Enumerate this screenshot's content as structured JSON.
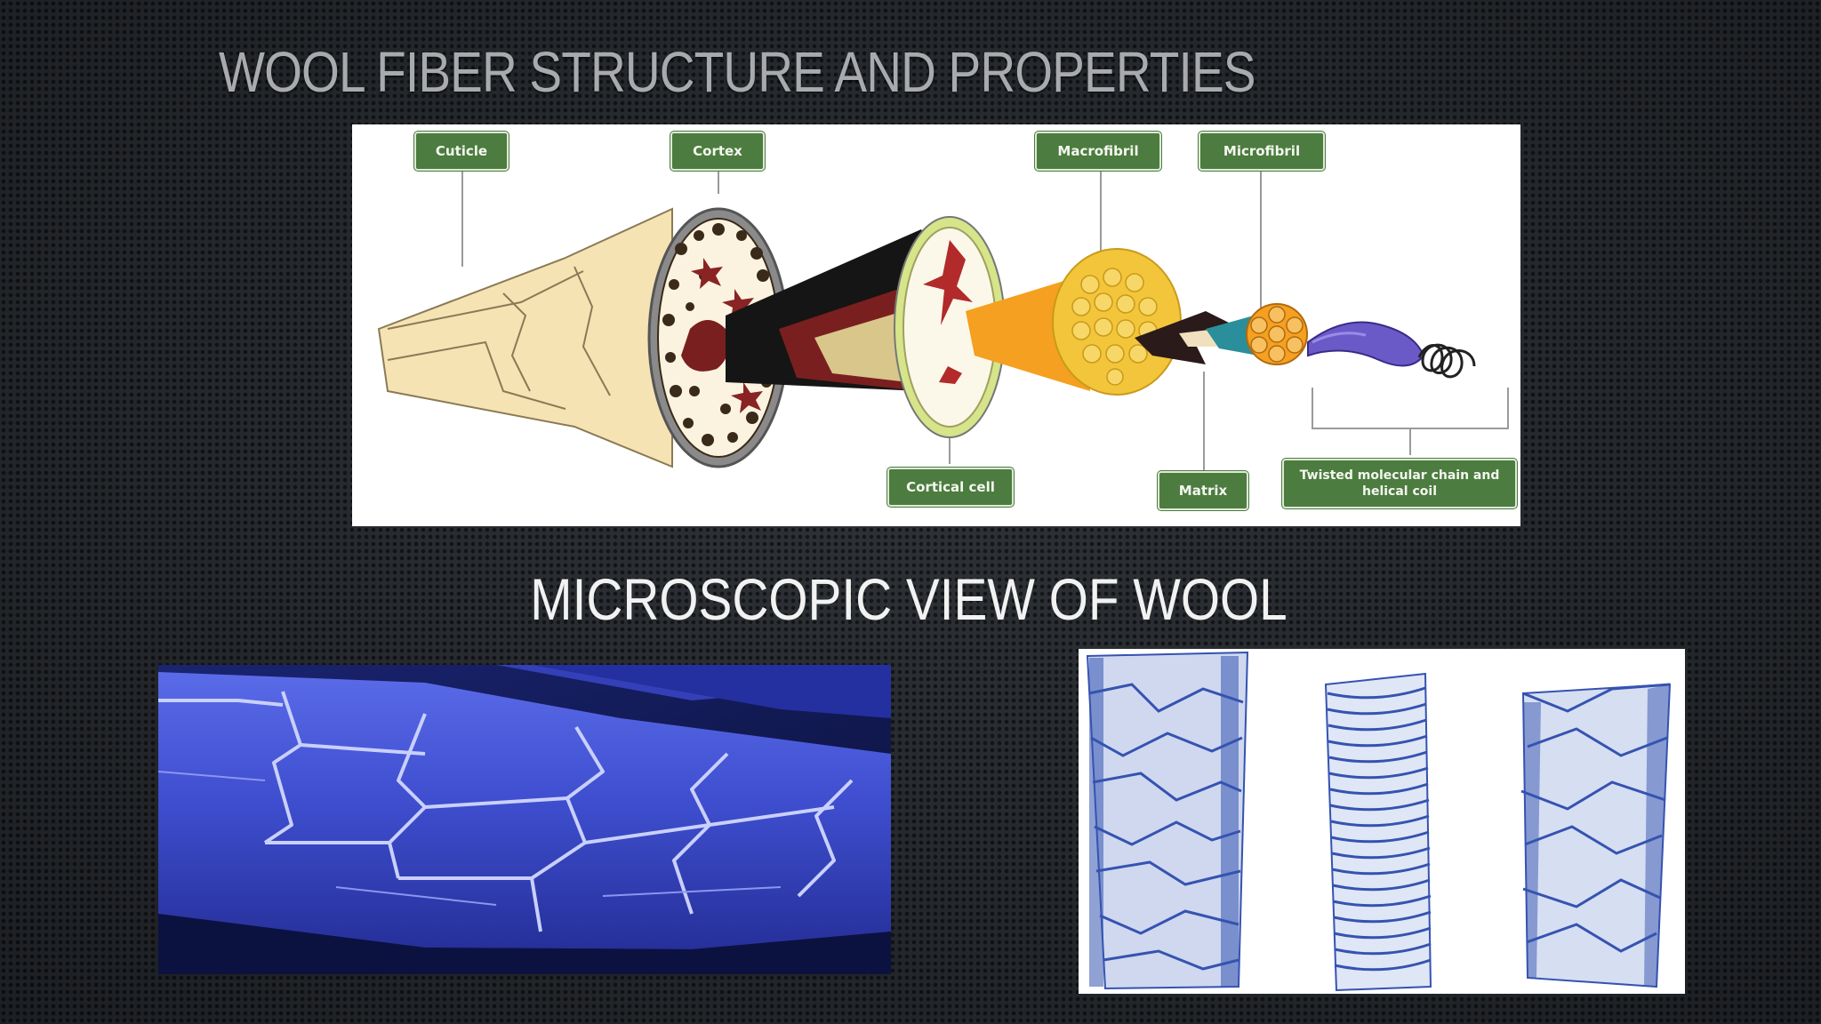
{
  "slide": {
    "title": "Wool fiber structure and properties",
    "section_heading": "Microscopic view of wool"
  },
  "diagram": {
    "labels": {
      "cuticle": "Cuticle",
      "cortex": "Cortex",
      "macrofibril": "Macrofibril",
      "microfibril": "Microfibril",
      "cortical_cell": "Cortical cell",
      "matrix": "Matrix",
      "twisted_chain": "Twisted molecular chain and helical coil"
    },
    "colors": {
      "label_bg": "#4c7c3f",
      "cuticle": "#f6e3b4",
      "cortex_dark": "#7a1f1f",
      "macrofibril": "#f3c53a",
      "orange": "#f5a020",
      "teal": "#2a8f9a",
      "helix": "#6a5ac8"
    }
  },
  "images": {
    "sem_color": "#3f4fd0",
    "scales_color": "#3553b0"
  }
}
